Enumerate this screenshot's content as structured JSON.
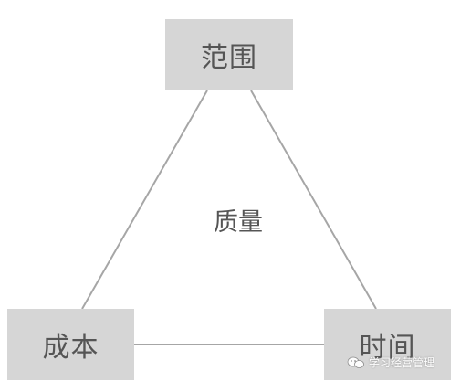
{
  "diagram": {
    "nodes": {
      "top": {
        "label": "范围"
      },
      "left": {
        "label": "成本"
      },
      "right": {
        "label": "时间"
      }
    },
    "center": {
      "label": "质量"
    },
    "watermark": {
      "text": "学习经营管理",
      "icon": "wechat-icon"
    },
    "colors": {
      "node_fill": "#d6d6d6",
      "edge": "#a6a6a6",
      "text": "#555555"
    }
  }
}
